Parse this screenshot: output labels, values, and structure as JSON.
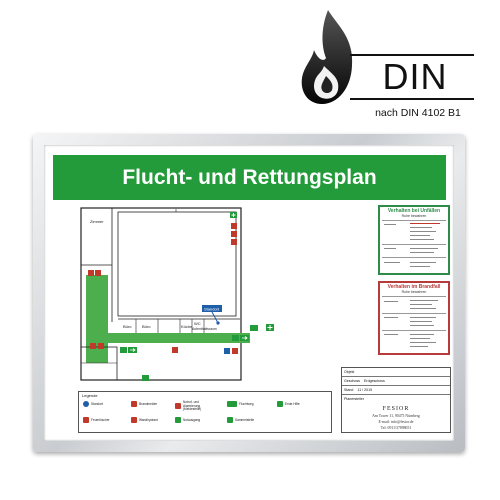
{
  "badge": {
    "din_label": "DIN",
    "din_caption": "nach DIN 4102 B1"
  },
  "plan": {
    "title": "Flucht- und Rettungsplan",
    "rooms": {
      "zimmer": "Zimmer",
      "buro_1": "Büro",
      "buro_2": "Büro",
      "kuche": "Küche",
      "wc": "WC",
      "aufenthaltsraum": "Aufenthaltsraum"
    },
    "standort_label": "Standort"
  },
  "panels": {
    "accident": {
      "title": "Verhalten bei Unfällen",
      "subtitle": "Ruhe bewahren"
    },
    "fire": {
      "title": "Verhalten im Brandfall",
      "subtitle": "Ruhe bewahren"
    }
  },
  "legend": {
    "title": "Legende",
    "items": [
      {
        "label": "Standort",
        "color": "#1f5fa8"
      },
      {
        "label": "Brandmelder",
        "color": "#c0392b"
      },
      {
        "label": "Notruf- und Alarmierung (Meldestelle)",
        "color": "#c0392b"
      },
      {
        "label": "Fluchtweg",
        "color": "#249b3b"
      },
      {
        "label": "Erste Hilfe",
        "color": "#249b3b"
      },
      {
        "label": "Feuerlöscher",
        "color": "#c0392b"
      },
      {
        "label": "Wandhydrant",
        "color": "#c0392b"
      },
      {
        "label": "Notausgang",
        "color": "#249b3b"
      },
      {
        "label": "Sammelstelle",
        "color": "#249b3b"
      }
    ]
  },
  "info": {
    "objekt_label": "Objekt",
    "geschoss_label": "Geschoss",
    "geschoss_value": "Erdgeschoss",
    "stand_label": "Stand",
    "stand_value": "11 / 2019",
    "planersteller_label": "Planersteller",
    "company": "FESIOR",
    "address": "Am Tower 11, 90475 Nürnberg",
    "email": "E-mail: info@fesior.de",
    "phone": "Tel: 0911/37898051"
  },
  "colors": {
    "escape_green": "#249b3b",
    "fire_red": "#c0392b",
    "location_blue": "#1f5fa8"
  }
}
